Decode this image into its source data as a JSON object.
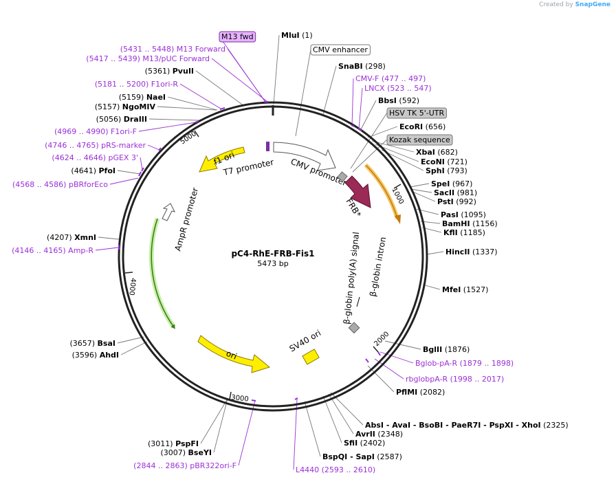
{
  "watermark": {
    "created_by": "Created by",
    "brand": "SnapGene"
  },
  "plasmid": {
    "name": "pC4-RhE-FRB-Fis1",
    "size_label": "5473 bp",
    "total_bp": 5473
  },
  "ticks": [
    {
      "bp": 1000,
      "label": "1000"
    },
    {
      "bp": 2000,
      "label": "2000"
    },
    {
      "bp": 3000,
      "label": "3000"
    },
    {
      "bp": 4000,
      "label": "4000"
    },
    {
      "bp": 5000,
      "label": "5000"
    }
  ],
  "features": [
    {
      "name": "f1 ori",
      "start": 5200,
      "end": 4760,
      "type": "yellow_arrow",
      "label": "f1 ori"
    },
    {
      "name": "CMV promoter",
      "start": 100,
      "end": 560,
      "type": "white_arrow",
      "label": "CMV promoter"
    },
    {
      "name": "FRB*",
      "start": 700,
      "end": 900,
      "type": "maroon_arrow",
      "label": "FRB*"
    },
    {
      "name": "AmpR",
      "start": 4550,
      "end": 3700,
      "type": "green_arrow"
    },
    {
      "name": "ori",
      "start": 3320,
      "end": 2950,
      "type": "yellow_arrow",
      "label": "ori"
    },
    {
      "name": "SV40 ori",
      "type": "yellow_box",
      "label": "SV40 ori"
    },
    {
      "name": "AmpR promoter",
      "type": "white_arrow_small",
      "label": "AmpR promoter"
    },
    {
      "name": "T7 promoter",
      "type": "purple_mark",
      "label": "T7 promoter"
    },
    {
      "name": "beta-globin poly(A) signal",
      "type": "text",
      "label": "β-globin poly(A) signal"
    },
    {
      "name": "beta-globin intron",
      "type": "text",
      "label": "β-globin intron"
    }
  ],
  "labels": [
    {
      "id": "m13fwd",
      "text": "M13 fwd",
      "type": "boxed_purple"
    },
    {
      "id": "mlui",
      "name": "MluI",
      "pos": "(1)"
    },
    {
      "id": "cmvenh",
      "text": "CMV enhancer",
      "type": "boxed_white"
    },
    {
      "id": "m13f",
      "text": "(5431 .. 5448)  M13 Forward",
      "type": "primer"
    },
    {
      "id": "m13puc",
      "text": "(5417 .. 5439)  M13/pUC Forward",
      "type": "primer"
    },
    {
      "id": "snabi",
      "name": "SnaBI",
      "pos": "(298)"
    },
    {
      "id": "pvuii",
      "pos": "(5361)",
      "name": "PvuII"
    },
    {
      "id": "cmvf",
      "text": "CMV-F     (477 .. 497)",
      "type": "primer"
    },
    {
      "id": "lncx",
      "text": "LNCX     (523 .. 547)",
      "type": "primer"
    },
    {
      "id": "f1orir",
      "text": "(5181 .. 5200)  F1ori-R",
      "type": "primer"
    },
    {
      "id": "bbsi",
      "name": "BbsI",
      "pos": "(592)"
    },
    {
      "id": "nael",
      "pos": "(5159)",
      "name": "NaeI"
    },
    {
      "id": "ngomiv",
      "pos": "(5157)",
      "name": "NgoMIV"
    },
    {
      "id": "hsvtk",
      "text": "HSV TK 5'-UTR",
      "type": "boxed_gray"
    },
    {
      "id": "draiii",
      "pos": "(5056)",
      "name": "DraIII"
    },
    {
      "id": "ecori",
      "name": "EcoRI",
      "pos": "(656)"
    },
    {
      "id": "f1orif",
      "text": "(4969 .. 4990)  F1ori-F",
      "type": "primer"
    },
    {
      "id": "kozak",
      "text": "Kozak sequence",
      "type": "boxed_gray"
    },
    {
      "id": "prsm",
      "text": "(4746 .. 4765)  pRS-marker",
      "type": "primer"
    },
    {
      "id": "xbai",
      "name": "XbaI",
      "pos": "(682)"
    },
    {
      "id": "pgex",
      "text": "(4624 .. 4646)  pGEX 3'",
      "type": "primer"
    },
    {
      "id": "econi",
      "name": "EcoNI",
      "pos": "(721)"
    },
    {
      "id": "pfoi",
      "pos": "(4641)",
      "name": "PfoI"
    },
    {
      "id": "sphi",
      "name": "SphI",
      "pos": "(793)"
    },
    {
      "id": "pbrfor",
      "text": "(4568 .. 4586)  pBRforEco",
      "type": "primer"
    },
    {
      "id": "spei",
      "name": "SpeI",
      "pos": "(967)"
    },
    {
      "id": "sacii",
      "name": "SacII",
      "pos": "(981)"
    },
    {
      "id": "psti",
      "name": "PstI",
      "pos": "(992)"
    },
    {
      "id": "pasi",
      "name": "PasI",
      "pos": "(1095)"
    },
    {
      "id": "bamhi",
      "name": "BamHI",
      "pos": "(1156)"
    },
    {
      "id": "kfli",
      "name": "KflI",
      "pos": "(1185)"
    },
    {
      "id": "xmni",
      "pos": "(4207)",
      "name": "XmnI"
    },
    {
      "id": "hincii",
      "name": "HincII",
      "pos": "(1337)"
    },
    {
      "id": "ampr",
      "text": "(4146 .. 4165)  Amp-R",
      "type": "primer"
    },
    {
      "id": "mfei",
      "name": "MfeI",
      "pos": "(1527)"
    },
    {
      "id": "bsai",
      "pos": "(3657)",
      "name": "BsaI"
    },
    {
      "id": "ahdi",
      "pos": "(3596)",
      "name": "AhdI"
    },
    {
      "id": "bglii",
      "name": "BglII",
      "pos": "(1876)"
    },
    {
      "id": "bglob",
      "text": "Bglob-pA-R     (1879 .. 1898)",
      "type": "primer"
    },
    {
      "id": "rbglob",
      "text": "rbglobpA-R     (1998 .. 2017)",
      "type": "primer"
    },
    {
      "id": "pflmi",
      "name": "PflMI",
      "pos": "(2082)"
    },
    {
      "id": "absi",
      "text": "AbsI  -  AvaI  -  BsoBI  -  PaeR7I  -  PspXI  -  XhoI",
      "pos": "(2325)",
      "type": "multi"
    },
    {
      "id": "avrii",
      "name": "AvrII",
      "pos": "(2348)"
    },
    {
      "id": "sfii",
      "name": "SfiI",
      "pos": "(2402)"
    },
    {
      "id": "pspfi",
      "pos": "(3011)",
      "name": "PspFI"
    },
    {
      "id": "bseyi",
      "pos": "(3007)",
      "name": "BseYI"
    },
    {
      "id": "bspqi",
      "text": "BspQI  -  SapI",
      "pos": "(2587)",
      "type": "multi"
    },
    {
      "id": "pbr322",
      "text": "(2844 .. 2863)  pBR322ori-F",
      "type": "primer"
    },
    {
      "id": "l4440",
      "text": "L4440     (2593 .. 2610)",
      "type": "primer"
    }
  ]
}
